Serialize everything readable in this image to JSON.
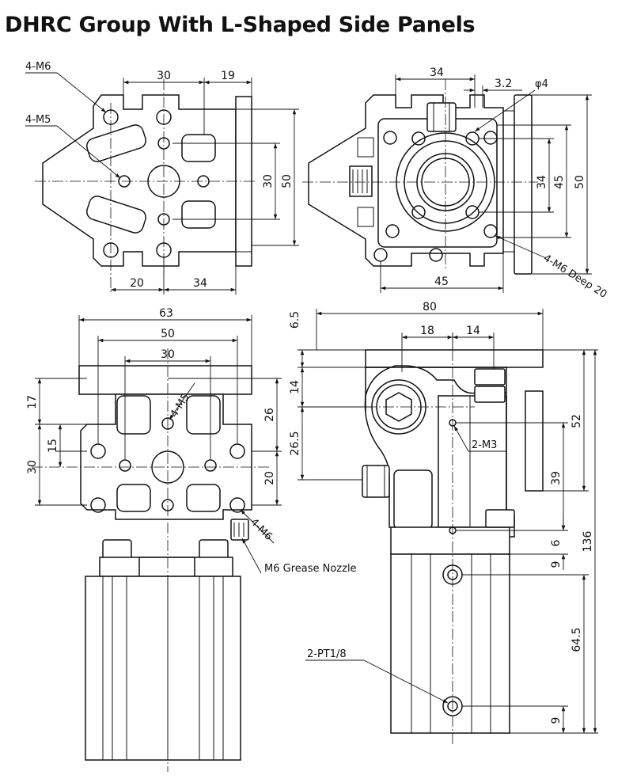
{
  "title": "DHRC Group With L-Shaped Side Panels",
  "views": {
    "top_left": {
      "callouts": {
        "m6": "4-M6",
        "m5": "4-M5"
      },
      "dims": {
        "d30": "30",
        "d19": "19",
        "d30v": "30",
        "d50v": "50",
        "d20": "20",
        "d34": "34"
      }
    },
    "top_right": {
      "callouts": {
        "phi4": "φ4",
        "m6deep": "4-M6 Deep 20"
      },
      "dims": {
        "d34": "34",
        "d32": "3.2",
        "d34v": "34",
        "d45v": "45",
        "d50v": "50",
        "d45": "45"
      }
    },
    "bottom_left": {
      "callouts": {
        "m5": "4-M5",
        "m6": "4-M6",
        "grease": "M6 Grease Nozzle"
      },
      "dims": {
        "d63": "63",
        "d50": "50",
        "d30": "30",
        "d17": "17",
        "d15": "15",
        "d30v": "30",
        "d26": "26",
        "d20": "20"
      }
    },
    "bottom_right": {
      "callouts": {
        "m3": "2-M3",
        "pt": "2-PT1/8"
      },
      "dims": {
        "d65": "6.5",
        "d80": "80",
        "d18": "18",
        "d14": "14",
        "d14v": "14",
        "d265": "26.5",
        "d52": "52",
        "d39": "39",
        "d6": "6",
        "d136": "136",
        "d9a": "9",
        "d645": "64.5",
        "d9b": "9"
      }
    }
  }
}
